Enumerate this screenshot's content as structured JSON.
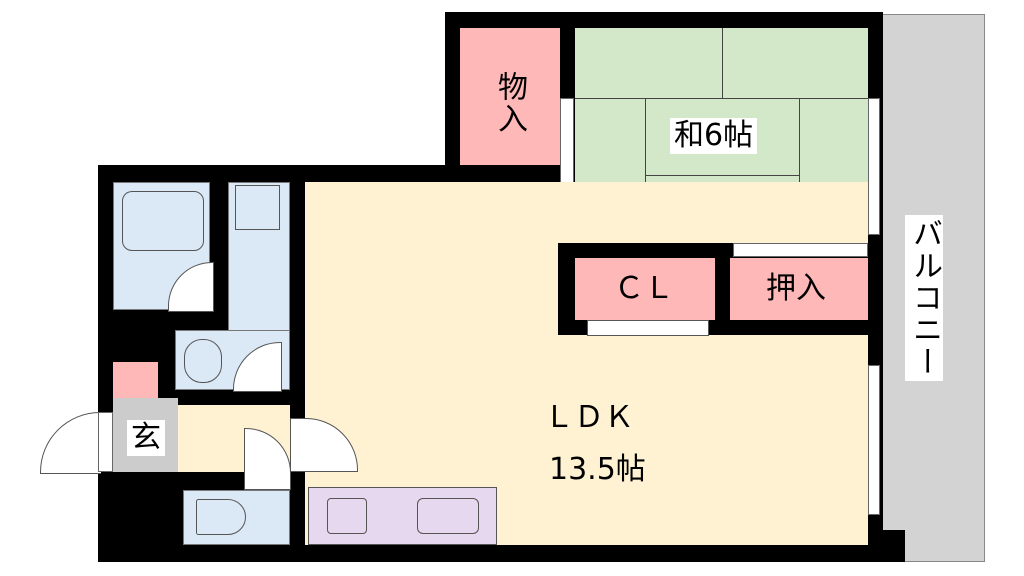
{
  "rooms": {
    "storage": "物入",
    "japanese_room": "和6帖",
    "closet": "ＣＬ",
    "oshiire": "押入",
    "ldk_name": "ＬＤＫ",
    "ldk_size": "13.5帖",
    "entrance": "玄",
    "balcony": "バルコニー"
  },
  "colors": {
    "wall": "#000000",
    "storage": "#ffb8b8",
    "tatami": "#d3e8c8",
    "ldk": "#fff2d2",
    "water": "#dbe9f7",
    "kitchen": "#e6d8ef",
    "entrance": "#cccccc",
    "balcony": "#d3d3d3"
  }
}
